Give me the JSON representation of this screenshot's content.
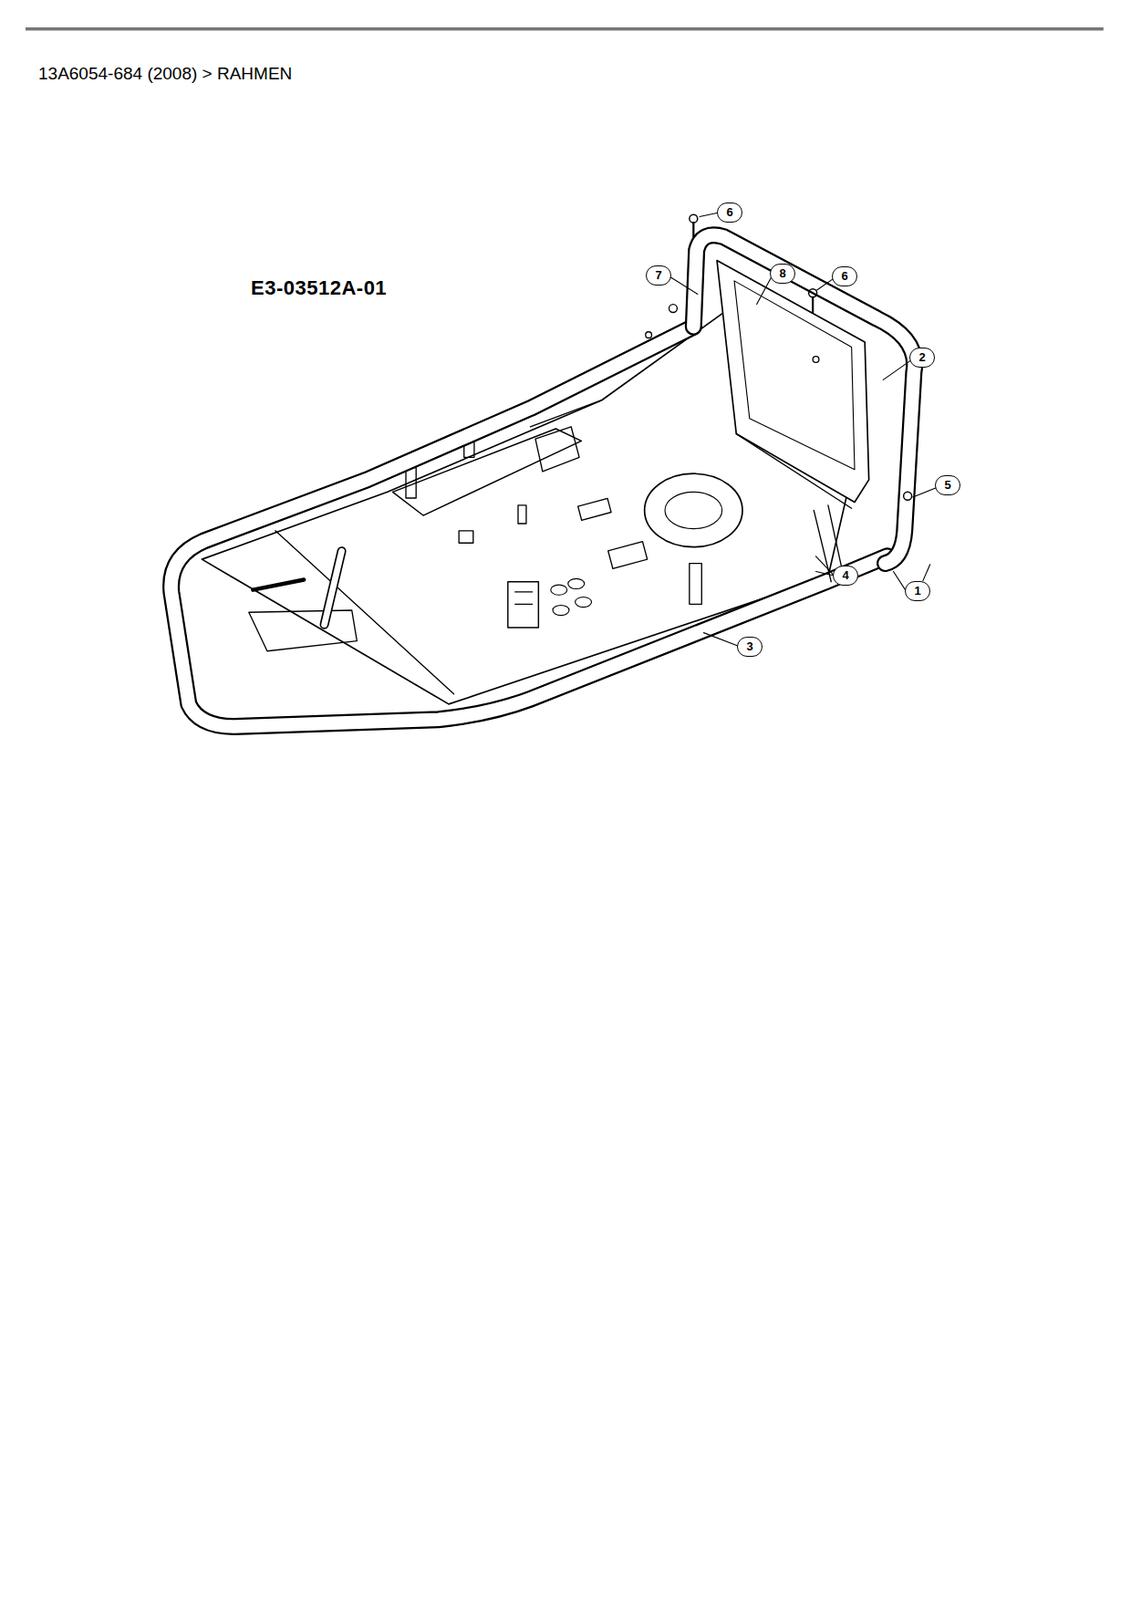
{
  "diagram": {
    "title": "13A6054-684 (2008)  >  RAHMEN",
    "labels": [
      "E3-03512A-01",
      "6",
      "7",
      "8",
      "6",
      "2",
      "5",
      "4",
      "1",
      "3"
    ]
  }
}
